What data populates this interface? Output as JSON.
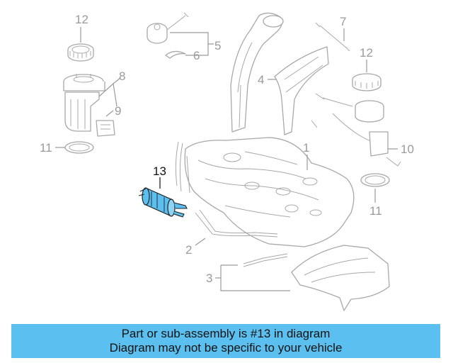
{
  "callouts": {
    "c1": "1",
    "c2": "2",
    "c3": "3",
    "c4": "4",
    "c5": "5",
    "c6": "6",
    "c7": "7",
    "c8": "8",
    "c9": "9",
    "c10": "10",
    "c11a": "11",
    "c11b": "11",
    "c12a": "12",
    "c12b": "12",
    "c13": "13"
  },
  "highlight": {
    "part_number": "13",
    "color": "#5bc0f0"
  },
  "banner": {
    "line1": "Part or sub-assembly is #13 in diagram",
    "line2": "Diagram may not be specific to your vehicle"
  }
}
